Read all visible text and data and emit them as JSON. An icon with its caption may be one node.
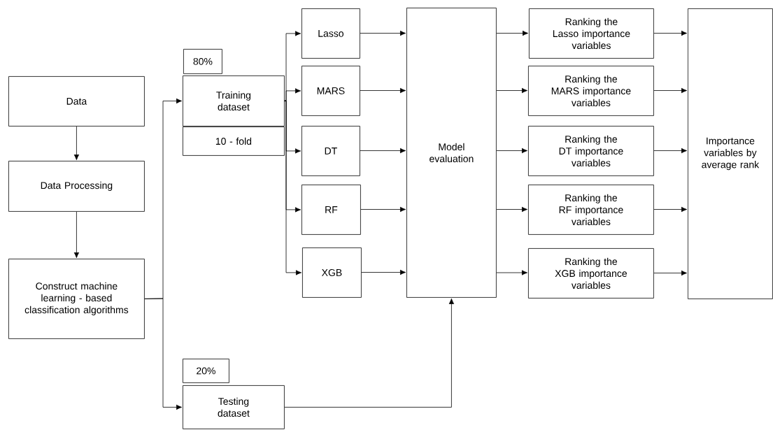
{
  "diagram": {
    "nodes": [
      {
        "text": [
          "Data"
        ]
      },
      {
        "text": [
          "Data Processing"
        ]
      },
      {
        "text": [
          "Construct machine learning - based classification algorithms"
        ]
      },
      {
        "text": [
          "80%"
        ]
      },
      {
        "text": [
          "Training dataset"
        ]
      },
      {
        "text": [
          "10 - fold"
        ]
      },
      {
        "text": [
          "20%"
        ]
      },
      {
        "text": [
          "Testing dataset"
        ]
      },
      {
        "text": [
          "Lasso"
        ]
      },
      {
        "text": [
          "MARS"
        ]
      },
      {
        "text": [
          "DT"
        ]
      },
      {
        "text": [
          "RF"
        ]
      },
      {
        "text": [
          "XGB"
        ]
      },
      {
        "text": [
          "Model evaluation"
        ]
      },
      {
        "text": [
          "Ranking the Lasso importance variables"
        ]
      },
      {
        "text": [
          "Ranking the MARS importance variables"
        ]
      },
      {
        "text": [
          "Ranking the DT importance variables"
        ]
      },
      {
        "text": [
          "Ranking the RF importance variables"
        ]
      },
      {
        "text": [
          "Ranking the XGB importance variables"
        ]
      },
      {
        "text": [
          "Importance variables by average rank"
        ]
      }
    ],
    "edges": [
      {
        "from": 0,
        "to": 1,
        "arrow": "to"
      },
      {
        "from": 1,
        "to": 2,
        "arrow": "to"
      },
      {
        "from": 2,
        "to": 4,
        "arrow": "to"
      },
      {
        "from": 2,
        "to": 7,
        "arrow": "to"
      },
      {
        "from": 4,
        "to": 8,
        "arrow": "to"
      },
      {
        "from": 4,
        "to": 9,
        "arrow": "to"
      },
      {
        "from": 4,
        "to": 10,
        "arrow": "to"
      },
      {
        "from": 4,
        "to": 11,
        "arrow": "to"
      },
      {
        "from": 4,
        "to": 12,
        "arrow": "to"
      },
      {
        "from": 8,
        "to": 13,
        "arrow": "to"
      },
      {
        "from": 9,
        "to": 13,
        "arrow": "to"
      },
      {
        "from": 10,
        "to": 13,
        "arrow": "to"
      },
      {
        "from": 11,
        "to": 13,
        "arrow": "to"
      },
      {
        "from": 12,
        "to": 13,
        "arrow": "to"
      },
      {
        "from": 7,
        "to": 13,
        "arrow": "to"
      },
      {
        "from": 13,
        "to": 14,
        "arrow": "to"
      },
      {
        "from": 13,
        "to": 15,
        "arrow": "to"
      },
      {
        "from": 13,
        "to": 16,
        "arrow": "to"
      },
      {
        "from": 13,
        "to": 17,
        "arrow": "to"
      },
      {
        "from": 13,
        "to": 18,
        "arrow": "to"
      },
      {
        "from": 14,
        "to": 19,
        "arrow": "to"
      },
      {
        "from": 15,
        "to": 19,
        "arrow": "to"
      },
      {
        "from": 16,
        "to": 19,
        "arrow": "to"
      },
      {
        "from": 17,
        "to": 19,
        "arrow": "to"
      },
      {
        "from": 18,
        "to": 19,
        "arrow": "to"
      }
    ]
  }
}
